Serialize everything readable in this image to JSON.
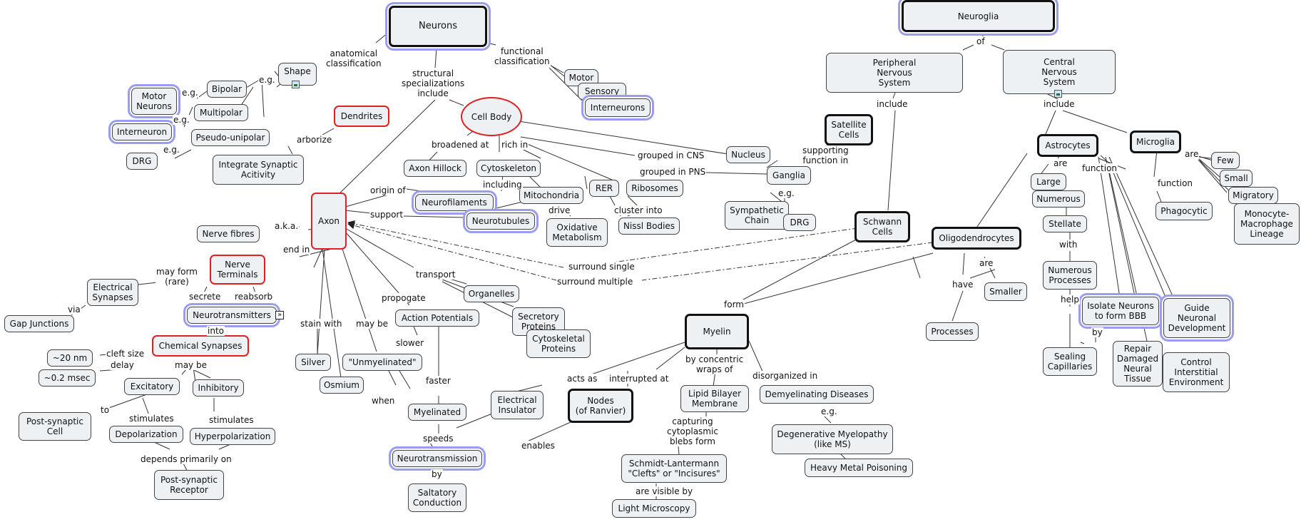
{
  "nodes": {
    "neurons": "Neurons",
    "neuroglia": "Neuroglia",
    "shape": "Shape",
    "bipolar": "Bipolar",
    "multipolar": "Multipolar",
    "pseudo_unipolar": "Pseudo-unipolar",
    "motor_neurons": "Motor\nNeurons",
    "interneuron": "Interneuron",
    "drg_left": "DRG",
    "dendrites": "Dendrites",
    "integrate": "Integrate Synaptic\nAcitivity",
    "cell_body": "Cell Body",
    "motor": "Motor",
    "sensory": "Sensory",
    "interneurons": "Interneurons",
    "axon_hillock": "Axon Hillock",
    "cytoskeleton": "Cytoskeleton",
    "neurofilaments": "Neurofilaments",
    "neurotubules": "Neurotubules",
    "mitochondria": "Mitochondria",
    "rer": "RER",
    "ribosomes": "Ribosomes",
    "nissl": "Nissl Bodies",
    "oxidative": "Oxidative\nMetabolism",
    "nucleus": "Nucleus",
    "axon": "Axon",
    "nerve_fibres": "Nerve fibres",
    "nerve_terminals": "Nerve\nTerminals",
    "electrical_synapses": "Electrical\nSynapses",
    "gap_junctions": "Gap Junctions",
    "neurotransmitters": "Neurotransmitters",
    "chemical_synapses": "Chemical Synapses",
    "nm20": "~20 nm",
    "msec": "~0.2 msec",
    "excitatory": "Excitatory",
    "inhibitory": "Inhibitory",
    "postsynaptic_cell": "Post-synaptic\nCell",
    "depolarization": "Depolarization",
    "hyperpolarization": "Hyperpolarization",
    "postsynaptic_receptor": "Post-synaptic\nReceptor",
    "silver": "Silver",
    "osmium": "Osmium",
    "unmyelinated": "\"Unmyelinated\"",
    "action_potentials": "Action Potentials",
    "organelles": "Organelles",
    "secretory": "Secretory\nProteins",
    "cytoskeletal": "Cytoskeletal\nProteins",
    "myelinated": "Myelinated",
    "neurotransmission": "Neurotransmission",
    "saltatory": "Saltatory\nConduction",
    "electrical_insulator": "Electrical\nInsulator",
    "nodes_ranvier": "Nodes\n(of Ranvier)",
    "myelin": "Myelin",
    "lipid_bilayer": "Lipid Bilayer\nMembrane",
    "schmidt": "Schmidt-Lantermann\n\"Clefts\" or \"Incisures\"",
    "light_microscopy": "Light Microscopy",
    "demyelinating": "Demyelinating Diseases",
    "degenerative": "Degenerative Myelopathy\n(like MS)",
    "heavy_metal": "Heavy Metal Poisoning",
    "pns": "Peripheral\nNervous\nSystem",
    "cns": "Central\nNervous\nSystem",
    "satellite": "Satellite\nCells",
    "ganglia": "Ganglia",
    "sympathetic": "Sympathetic\nChain",
    "drg_right": "DRG",
    "schwann": "Schwann\nCells",
    "oligodendrocytes": "Oligodendrocytes",
    "processes": "Processes",
    "smaller": "Smaller",
    "astrocytes": "Astrocytes",
    "large": "Large",
    "numerous": "Numerous",
    "stellate": "Stellate",
    "numerous_processes": "Numerous\nProcesses",
    "isolate_neurons": "Isolate Neurons\nto form BBB",
    "guide_neuronal": "Guide\nNeuronal\nDevelopment",
    "sealing": "Sealing\nCapillaries",
    "repair": "Repair\nDamaged\nNeural\nTissue",
    "control": "Control\nInterstitial\nEnvironment",
    "microglia": "Microglia",
    "few": "Few",
    "small": "Small",
    "migratory": "Migratory",
    "monocyte": "Monocyte-\nMacrophage\nLineage",
    "phagocytic": "Phagocytic"
  },
  "labels": {
    "anatomical": "anatomical\nclassification",
    "functional": "functional\nclassification",
    "structural": "structural\nspecializations\ninclude",
    "eg1": "e.g.",
    "eg2": "e.g.",
    "eg3": "e.g.",
    "eg4": "e.g.",
    "arborize": "arborize",
    "broadened_at": "broadened at",
    "rich_in": "rich in",
    "including": "including",
    "grouped_cns": "grouped in CNS",
    "grouped_pns": "grouped in PNS",
    "drive": "drive",
    "cluster_into": "cluster into",
    "origin_of": "origin of",
    "support": "support",
    "aka": "a.k.a.",
    "end_in": "end in",
    "may_form": "may form\n(rare)",
    "via": "via",
    "secrete": "secrete",
    "reabsorb": "reabsorb",
    "into": "into",
    "cleft_size": "cleft size",
    "delay": "delay",
    "may_be1": "may be",
    "to": "to",
    "stimulates1": "stimulates",
    "stimulates2": "stimulates",
    "depends": "depends primarily on",
    "stain_with": "stain with",
    "may_be2": "may be",
    "propogate": "propogate",
    "transport": "transport",
    "slower": "slower",
    "faster": "faster",
    "when": "when",
    "speeds": "speeds",
    "by1": "by",
    "acts_as": "acts as",
    "interrupted_at": "interrupted at",
    "enables": "enables",
    "by_concentric": "by concentric\nwraps of",
    "capturing": "capturing\ncytoplasmic\nblebs form",
    "are_visible": "are visible by",
    "disorganized": "disorganized in",
    "eg5": "e.g.",
    "surround_single": "surround single",
    "surround_multiple": "surround multiple",
    "form": "form",
    "of": "of",
    "include1": "include",
    "include2": "include",
    "supporting": "supporting\nfunction in",
    "eg6": "e.g.",
    "have": "have",
    "are1": "are",
    "are2": "are",
    "with": "with",
    "help": "help",
    "by2": "by",
    "function1": "function",
    "function2": "function",
    "are3": "are"
  }
}
